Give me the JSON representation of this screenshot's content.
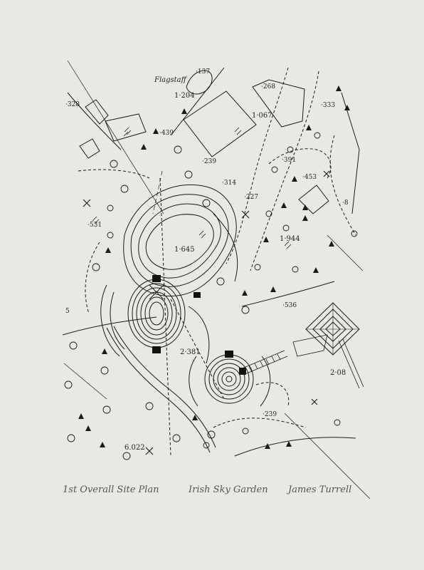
{
  "map_labels": {
    "flagstaff": "Flagstaff",
    "l137": "·137",
    "l268": "·268",
    "l333": "·333",
    "l328": "·328",
    "l1204": "1·204",
    "l1067": "1·067",
    "l439": "·439",
    "l239a": "·239",
    "l314": "·314",
    "l391": "·391",
    "l453": "·453",
    "l227": "·227",
    "l8": "·8",
    "l531": "·531",
    "l1645": "1·645",
    "l1944": "1·944",
    "l536": "·536",
    "l5": "5",
    "l2381": "2·381",
    "l208": "2·08",
    "l239b": "·239",
    "l6022": "6.022"
  },
  "caption": {
    "left": "1st Overall Site Plan",
    "middle": "Irish Sky Garden",
    "signature": "James Turrell"
  }
}
